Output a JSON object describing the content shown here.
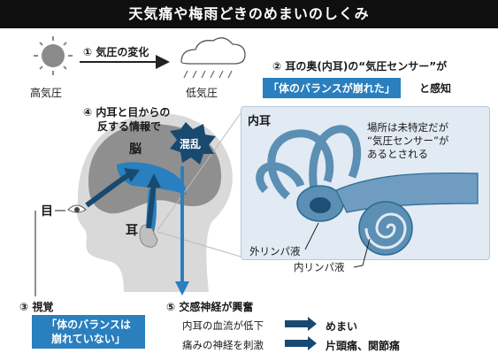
{
  "title": "天気痛や梅雨どきのめまいのしくみ",
  "weather": {
    "high_pressure": "高気圧",
    "low_pressure": "低気圧",
    "step1": "① 気圧の変化"
  },
  "step2": {
    "text_line": "② 耳の奥(内耳)の“気圧センサー”が",
    "box": "「体のバランスが崩れた」",
    "after_box": "と感知"
  },
  "step4": {
    "line1": "④ 内耳と目からの",
    "line2": "反する情報で",
    "burst": "混乱"
  },
  "head": {
    "brain": "脳",
    "eye": "目",
    "ear": "耳"
  },
  "inner_ear": {
    "title": "内耳",
    "note": [
      "場所は未特定だが",
      "“気圧センサー”が",
      "あるとされる"
    ],
    "perilymph": "外リンパ液",
    "endolymph": "内リンパ液"
  },
  "step3": {
    "label": "③ 視覚",
    "box_line1": "「体のバランスは",
    "box_line2": "崩れていない」"
  },
  "step5": {
    "label": "⑤ 交感神経が興奮",
    "rows": [
      {
        "cause": "内耳の血流が低下",
        "effect": "めまい"
      },
      {
        "cause": "痛みの神経を刺激",
        "effect": "片頭痛、関節痛"
      }
    ]
  },
  "colors": {
    "accent_blue": "#2a7fbe",
    "brain_gray": "#8f8f8f",
    "head_gray": "#d9d9d9",
    "dark_blue": "#184a70"
  }
}
